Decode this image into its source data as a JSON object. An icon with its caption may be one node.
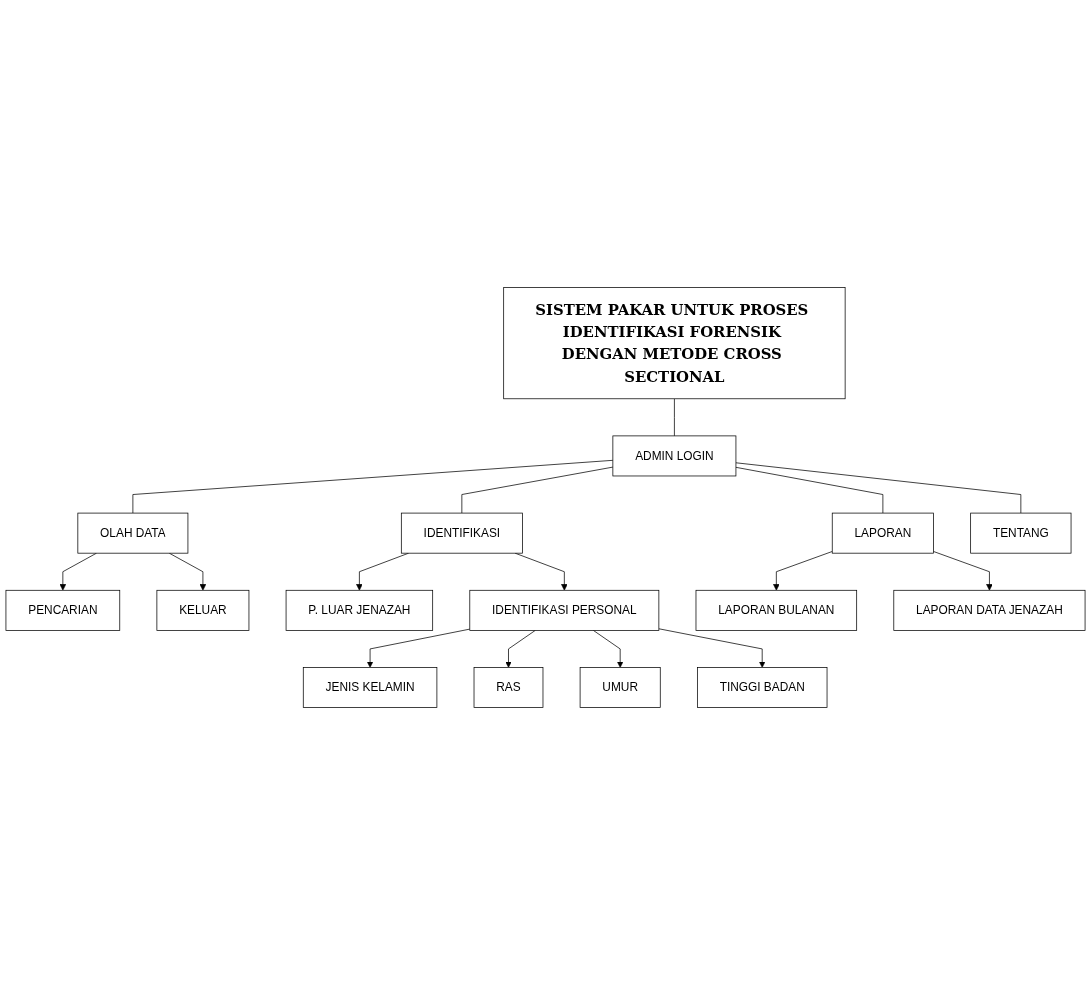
{
  "diagram": {
    "nodes": [
      {
        "text": [
          "SISTEM PAKAR UNTUK PROSES IDENTIFIKASI FORENSIK DENGAN METODE CROSS SECTIONAL"
        ]
      },
      {
        "text": [
          "ADMIN LOGIN"
        ]
      },
      {
        "text": [
          "OLAH DATA"
        ]
      },
      {
        "text": [
          "IDENTIFIKASI"
        ]
      },
      {
        "text": [
          "LAPORAN"
        ]
      },
      {
        "text": [
          "TENTANG"
        ]
      },
      {
        "text": [
          "PENCARIAN"
        ]
      },
      {
        "text": [
          "KELUAR"
        ]
      },
      {
        "text": [
          "P. LUAR JENAZAH"
        ]
      },
      {
        "text": [
          "IDENTIFIKASI PERSONAL"
        ]
      },
      {
        "text": [
          "LAPORAN BULANAN"
        ]
      },
      {
        "text": [
          "LAPORAN DATA JENAZAH"
        ]
      },
      {
        "text": [
          "JENIS KELAMIN"
        ]
      },
      {
        "text": [
          "RAS"
        ]
      },
      {
        "text": [
          "UMUR"
        ]
      },
      {
        "text": [
          "TINGGI BADAN"
        ]
      }
    ],
    "edges": [
      {
        "from": 0,
        "to": 1,
        "arrow": "none"
      },
      {
        "from": 1,
        "to": 2,
        "arrow": "none"
      },
      {
        "from": 1,
        "to": 3,
        "arrow": "none"
      },
      {
        "from": 1,
        "to": 4,
        "arrow": "none"
      },
      {
        "from": 1,
        "to": 5,
        "arrow": "none"
      },
      {
        "from": 2,
        "to": 6,
        "arrow": "to"
      },
      {
        "from": 2,
        "to": 7,
        "arrow": "to"
      },
      {
        "from": 3,
        "to": 8,
        "arrow": "to"
      },
      {
        "from": 3,
        "to": 9,
        "arrow": "to"
      },
      {
        "from": 4,
        "to": 10,
        "arrow": "to"
      },
      {
        "from": 4,
        "to": 11,
        "arrow": "to"
      },
      {
        "from": 9,
        "to": 12,
        "arrow": "to"
      },
      {
        "from": 9,
        "to": 13,
        "arrow": "to"
      },
      {
        "from": 9,
        "to": 14,
        "arrow": "to"
      },
      {
        "from": 9,
        "to": 15,
        "arrow": "to"
      }
    ]
  }
}
